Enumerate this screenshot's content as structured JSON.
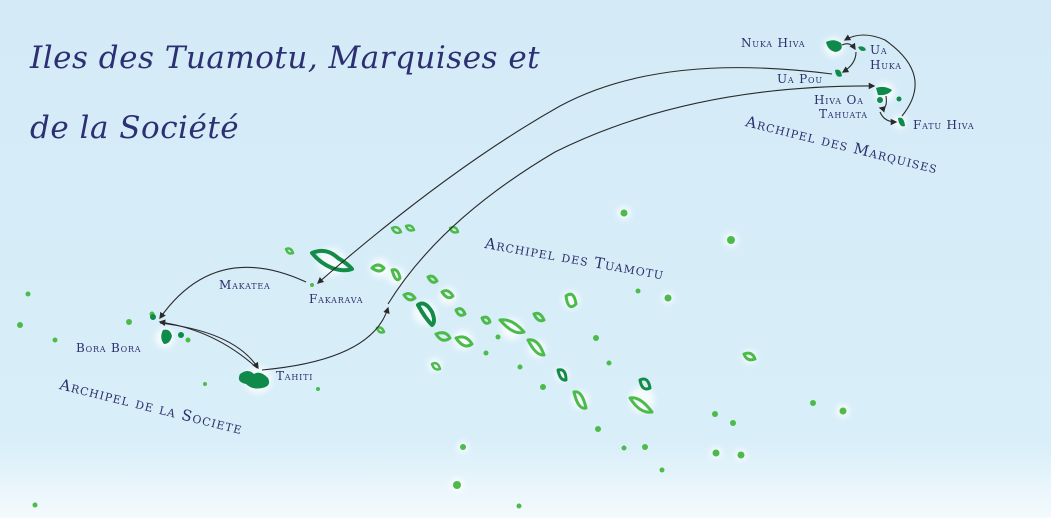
{
  "map": {
    "title_line1": "Iles des Tuamotu, Marquises et",
    "title_line2": "de la Société",
    "archipelagos": [
      {
        "id": "marquises",
        "label": "Archipel des Marquises"
      },
      {
        "id": "tuamotu",
        "label": "Archipel des Tuamotu"
      },
      {
        "id": "societe",
        "label": "Archipel de la Societe"
      }
    ],
    "islands": [
      {
        "id": "nuka-hiva",
        "label": "Nuka Hiva"
      },
      {
        "id": "ua-huka-1",
        "label": "Ua"
      },
      {
        "id": "ua-huka-2",
        "label": "Huka"
      },
      {
        "id": "ua-pou",
        "label": "Ua Pou"
      },
      {
        "id": "hiva-oa",
        "label": "Hiva Oa"
      },
      {
        "id": "tahuata",
        "label": "Tahuata"
      },
      {
        "id": "fatu-hiva",
        "label": "Fatu Hiva"
      },
      {
        "id": "makatea",
        "label": "Makatea"
      },
      {
        "id": "fakarava",
        "label": "Fakarava"
      },
      {
        "id": "bora-bora",
        "label": "Bora Bora"
      },
      {
        "id": "tahiti",
        "label": "Tahiti"
      }
    ],
    "colors": {
      "ocean": "#d6ecf8",
      "title": "#2c2f72",
      "route": "#2a2a2a",
      "atoll_light": "#5fc35a",
      "island_dark": "#0f8a4a"
    }
  }
}
